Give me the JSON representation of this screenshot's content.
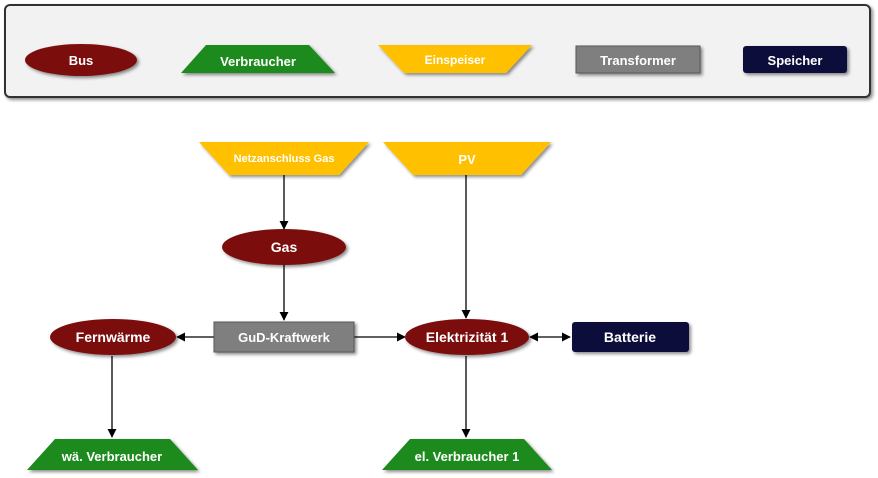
{
  "legend": {
    "bus": "Bus",
    "verbraucher": "Verbraucher",
    "einspeiser": "Einspeiser",
    "transformer": "Transformer",
    "speicher": "Speicher"
  },
  "nodes": {
    "netzanschluss_gas": "Netzanschluss Gas",
    "pv": "PV",
    "gas": "Gas",
    "fernwaerme": "Fernwärme",
    "gud_kraftwerk": "GuD-Kraftwerk",
    "elektrizitaet_1": "Elektrizität 1",
    "batterie": "Batterie",
    "wae_verbraucher": "wä. Verbraucher",
    "el_verbraucher_1": "el. Verbraucher 1"
  },
  "colors": {
    "bus": "#7b0a0a",
    "verbraucher": "#1f8a1f",
    "einspeiser": "#ffc000",
    "transformer": "#7f7f7f",
    "speicher": "#0d0d3b"
  }
}
